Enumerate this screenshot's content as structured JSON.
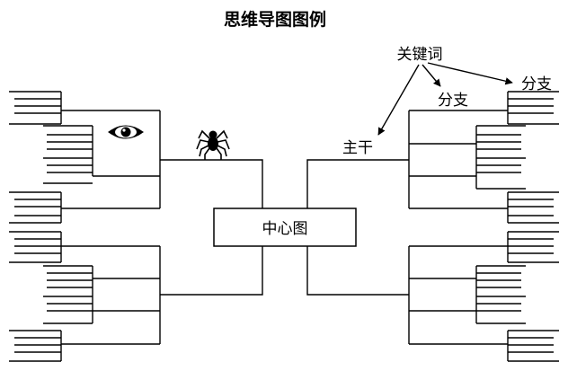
{
  "diagram": {
    "title": "思维导图图例",
    "center_label": "中心图",
    "labels": {
      "keyword": "关键词",
      "branch_1": "分支",
      "branch_2": "分支",
      "trunk": "主干"
    },
    "icons": [
      "eye-icon",
      "spider-icon"
    ]
  }
}
